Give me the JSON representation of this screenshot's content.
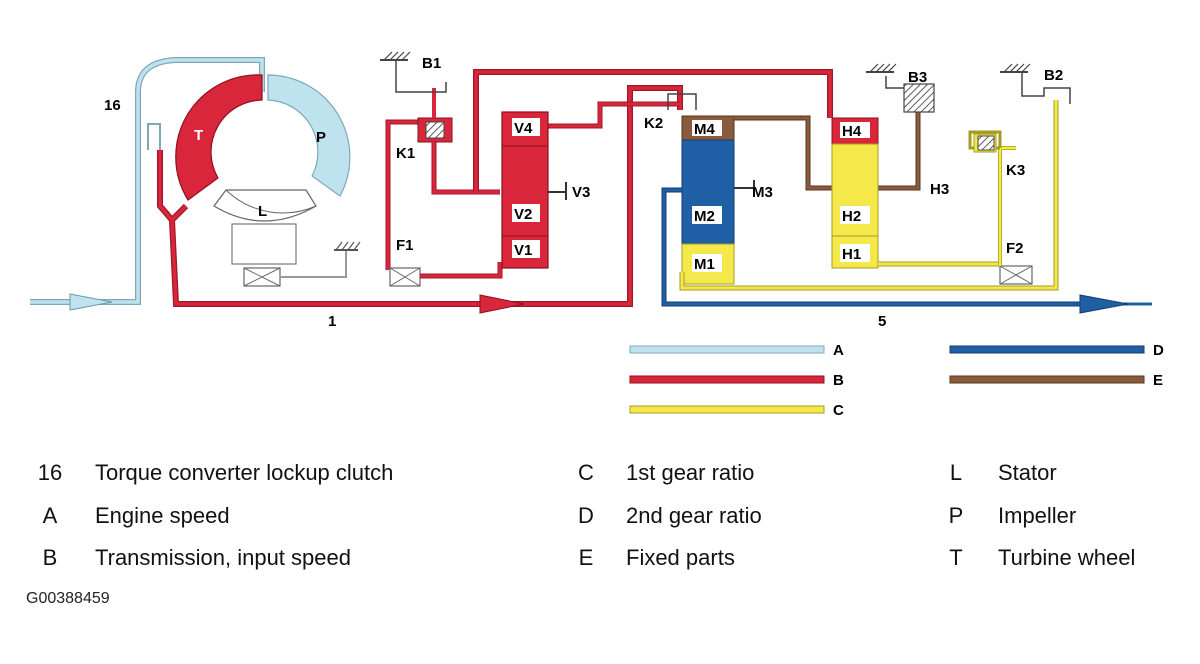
{
  "diagram_labels": {
    "lockup": "16",
    "turbine": "T",
    "impeller": "P",
    "stator": "L",
    "b1": "B1",
    "k1": "K1",
    "f1": "F1",
    "v4": "V4",
    "v3": "V3",
    "v2": "V2",
    "v1": "V1",
    "k2": "K2",
    "m4": "M4",
    "m3": "M3",
    "m2": "M2",
    "m1": "M1",
    "b3": "B3",
    "h4": "H4",
    "h3": "H3",
    "h2": "H2",
    "h1": "H1",
    "b2": "B2",
    "k3": "K3",
    "f2": "F2",
    "input_shaft": "1",
    "output_shaft": "5"
  },
  "line_key": [
    {
      "letter": "A",
      "color": "#bfe3ee"
    },
    {
      "letter": "B",
      "color": "#d0253b"
    },
    {
      "letter": "C",
      "color": "#f5e84a"
    },
    {
      "letter": "D",
      "color": "#1f5fa6"
    },
    {
      "letter": "E",
      "color": "#8a5a3c"
    }
  ],
  "legend": [
    [
      {
        "key": "16",
        "desc": "Torque converter lockup clutch"
      },
      {
        "key": "A",
        "desc": "Engine speed"
      },
      {
        "key": "B",
        "desc": "Transmission, input speed"
      }
    ],
    [
      {
        "key": "C",
        "desc": "1st gear ratio"
      },
      {
        "key": "D",
        "desc": "2nd gear ratio"
      },
      {
        "key": "E",
        "desc": "Fixed parts"
      }
    ],
    [
      {
        "key": "L",
        "desc": "Stator"
      },
      {
        "key": "P",
        "desc": "Impeller"
      },
      {
        "key": "T",
        "desc": "Turbine wheel"
      }
    ]
  ],
  "figure_id": "G00388459"
}
